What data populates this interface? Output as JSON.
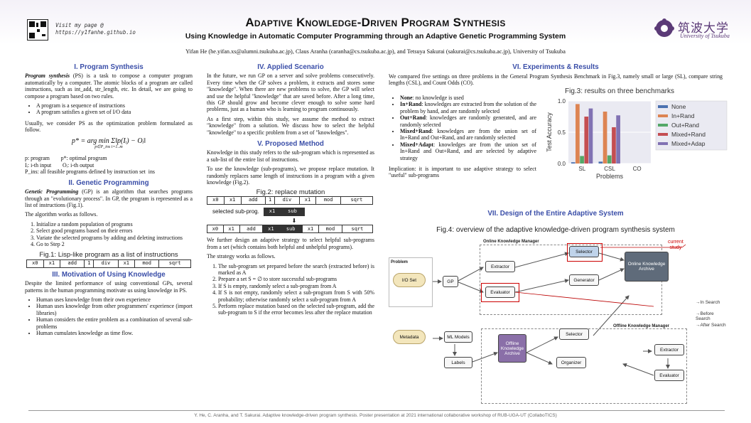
{
  "header": {
    "visit_line1": "Visit my page @",
    "visit_line2": "https://y1fanhe.github.io",
    "title": "Adaptive Knowledge-Driven Program Synthesis",
    "subtitle": "Using Knowledge in Automatic Computer Programming through an Adaptive Genetic Programming System",
    "authors": "Yifan He (he.yifan.xs@alumni.tsukuba.ac.jp), Claus Aranha (caranha@cs.tsukuba.ac.jp), and Tetsuya Sakurai (sakurai@cs.tsukuba.ac.jp), University of Tsukuba",
    "logo_jp": "筑波大学",
    "logo_en": "University of Tsukuba"
  },
  "sec1": {
    "heading": "I.   Program Synthesis",
    "p1_term": "Program synthesis",
    "p1_rest": " (PS) is a task to compose a computer program automatically by a computer. The atomic blocks of a program are called instructions, such as int_add, str_length, etc. In detail, we are going to compose a program based on two rules.",
    "bullets": [
      "A program is a sequence of instructions",
      "A program satisfies a given set of I/O data"
    ],
    "p2": "Usually, we consider PS as the optimization problem formulated as follow.",
    "formula": "p* = arg min Σ‖p(Iᵢ) − Oᵢ‖",
    "formula_sub": "p∈P_ins   i=1..m",
    "defs": [
      "p: program        p*: optimal program",
      "Iᵢ: i-th input        Oᵢ: i-th output",
      "P_ins: all feasible programs defined by instruction set  ins"
    ]
  },
  "sec2": {
    "heading": "II.   Genetic Programming",
    "p1_term": "Genetic Programming",
    "p1_rest": " (GP) is an algorithm that searches programs through an \"evolutionary process\". In GP, the program is represented as a list of instructions (Fig.1).",
    "p2": "The algorithm works as follows.",
    "steps": [
      "Initialize a random population of programs",
      "Select good programs based on their errors",
      "Variate the selected programs by adding and deleting instructions",
      "Go to Step 2"
    ],
    "fig_caption": "Fig.1: Lisp-like program as a list of instructions",
    "fig_cells": [
      "x0",
      "x1",
      "add",
      "1",
      "div",
      "x1",
      "mod",
      "sqrt"
    ]
  },
  "sec3": {
    "heading": "III.   Motivation of Using Knowledge",
    "p1": "Despite the limited performance of using conventional GPs, several patterns in the human programming motivate us using knowledge in PS.",
    "bullets": [
      "Human uses knowledge from their own experience",
      "Human uses knowledge from other programmers' experience (import libraries)",
      "Human considers the entire problem as a combination of several sub-problems",
      "Human cumulates knowledge as time flow."
    ]
  },
  "sec4": {
    "heading": "IV.   Applied Scenario",
    "p1": "In the future, we run GP on a server and solve problems consecutively. Every time when the GP solves a problem, it extracts and stores some \"knowledge\". When there are new problems to solve, the GP will select and use the helpful \"knowledge\" that are saved before. After a long time, this GP should grow and become clever enough to solve some hard problems, just as a human who is learning to program continuously.",
    "p2": "As a first step, within this study, we assume the method to extract \"knowledge\" from a solution. We discuss how to select the helpful \"knowledge\" to a specific problem from a set of \"knowledges\"."
  },
  "sec5": {
    "heading": "V.   Proposed Method",
    "p1": "Knowledge in this study refers to the sub-program which is represented as a sub-list of the entire list of instructions.",
    "p2": "To use the knowledge (sub-programs), we propose replace mutation. It randomly replaces same length of instructions in a program with a given knowledge (Fig.2).",
    "fig_caption": "Fig.2: replace mutation",
    "row1": [
      "x0",
      "x1",
      "add",
      "1",
      "div",
      "x1",
      "mod",
      "sqrt"
    ],
    "sub_label": "selected sub-prog.",
    "sub": [
      "x1",
      "sub"
    ],
    "arrow": "⬇",
    "row2": [
      "x0",
      "x1",
      "add",
      "x1",
      "sub",
      "x1",
      "mod",
      "sqrt"
    ],
    "p3": "We further design an adaptive strategy to select helpful sub-programs from a set (which contains both helpful and unhelpful programs).",
    "p4": "The strategy works as follows.",
    "steps": [
      "The sub-program set prepared before the search (extracted before) is marked as A",
      "Prepare a set S = ∅ to store successful sub-programs",
      "If S is empty, randomly select a sub-program from A",
      "If S is not empty, randomly select a sub-program from S with 50% probability; otherwise randomly select a sub-program from A",
      "Perform replace mutation based on the selected sub-program, add the sub-program to S if the error becomes less after the replace mutation"
    ]
  },
  "sec6": {
    "heading": "VI.   Experiments & Results",
    "p1": "We compared five settings on three problems in the General Program Synthesis Benchmark in Fig.3, namely small or large (SL), compare string lengths (CSL), and Count Odds (CO).",
    "settings": [
      {
        "name": "None",
        "desc": ": no knowledge is used"
      },
      {
        "name": "In+Rand",
        "desc": ": knowledges are extracted from the solution of the problem by hand, and are randomly selected"
      },
      {
        "name": "Out+Rand",
        "desc": ": knowledges are randomly generated, and are randomly selected"
      },
      {
        "name": "Mixed+Rand",
        "desc": ": knowledges are from the union set of In+Rand and Out+Rand, and are randomly selected"
      },
      {
        "name": "Mixed+Adapt",
        "desc": ": knowledges are from the union set of In+Rand and Out+Rand, and are selected by adaptive strategy"
      }
    ],
    "implication": "Implication: it is important to use adaptive strategy to select \"useful\" sub-programs"
  },
  "chart_data": {
    "type": "bar",
    "title": "Fig.3: results on three benchmarks",
    "xlabel": "Problems",
    "ylabel": "Test Accuracy",
    "ylim": [
      0,
      1.0
    ],
    "yticks": [
      "0.0",
      "0.5",
      "1.0"
    ],
    "categories": [
      "SL",
      "CSL",
      "CO"
    ],
    "series": [
      {
        "name": "None",
        "values": [
          0.02,
          0.03,
          0.0
        ],
        "color": "#4c72b0"
      },
      {
        "name": "In+Rand",
        "values": [
          0.95,
          0.83,
          0.0
        ],
        "color": "#dd8452"
      },
      {
        "name": "Out+Rand",
        "values": [
          0.12,
          0.13,
          0.0
        ],
        "color": "#55a868"
      },
      {
        "name": "Mixed+Rand",
        "values": [
          0.75,
          0.58,
          0.0
        ],
        "color": "#c44e52"
      },
      {
        "name": "Mixed+Adap",
        "values": [
          0.88,
          0.77,
          0.0
        ],
        "color": "#8172b3"
      }
    ],
    "legend": "right"
  },
  "sec7": {
    "heading": "VII.   Design of the Entire Adaptive System",
    "fig_caption": "Fig.4: overview of the adaptive knowledge-driven program synthesis system",
    "current_study": "current\nstudy",
    "online_label": "Online Knowledge Manager",
    "offline_label": "Offline Knowledge Manager",
    "problem": "Problem",
    "io_set": "I/O Set",
    "metadata": "Metadata",
    "gp": "GP",
    "extractor": "Extractor",
    "evaluator": "Evaluator",
    "selector": "Selector",
    "generator": "Generator",
    "online_archive": "Online Knowledge Archive",
    "ml_models": "ML Models",
    "labels": "Labels",
    "offline_archive": "Offline Knowledge Archive",
    "organizer": "Organizer",
    "selector2": "Selector",
    "extractor2": "Extractor",
    "evaluator2": "Evaluator",
    "legend": [
      "→In Search",
      "→Before Search",
      "→After Search"
    ]
  },
  "footer": "Y. He, C. Aranha, and T. Sakurai. Adaptive knowledge-driven program synthesis. Poster presentation at 2021 international collaborative workshop of RUB-UGA-UT (CollaboTICS)"
}
